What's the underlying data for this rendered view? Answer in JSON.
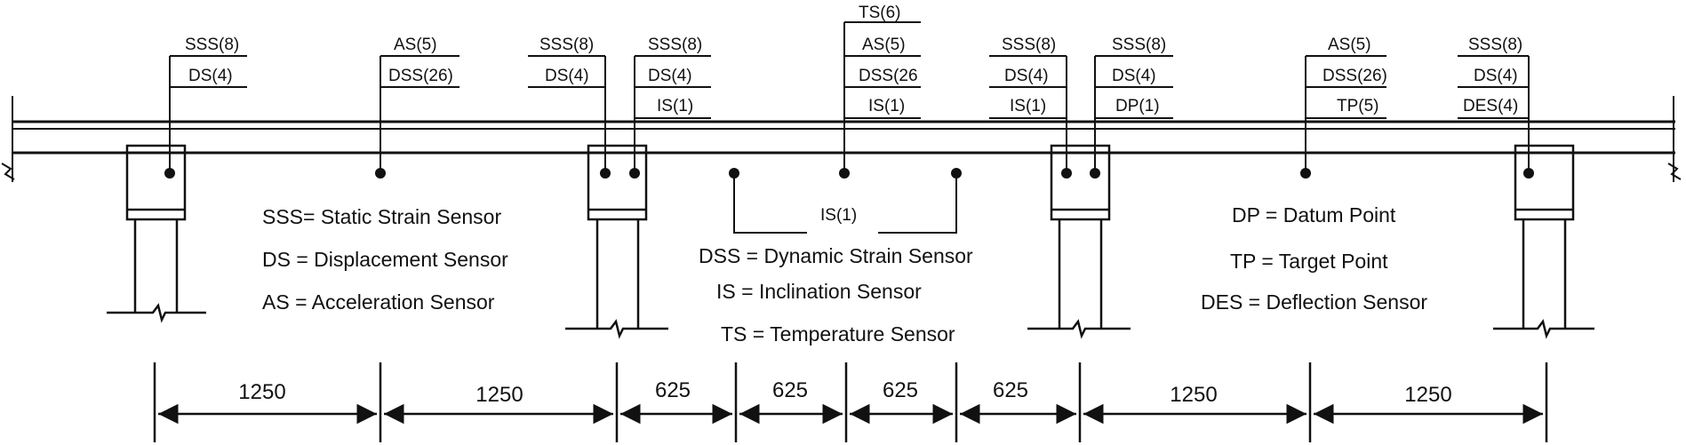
{
  "diagram": {
    "sensor_groups": [
      {
        "labels": [
          "SSS(8)",
          "DS(4)"
        ]
      },
      {
        "labels": [
          "AS(5)",
          "DSS(26)"
        ]
      },
      {
        "labels": [
          "SSS(8)",
          "DS(4)"
        ]
      },
      {
        "labels": [
          "SSS(8)",
          "DS(4)",
          "IS(1)"
        ]
      },
      {
        "labels": [
          "TS(6)",
          "AS(5)",
          "DSS(26",
          "IS(1)"
        ]
      },
      {
        "labels": [
          "SSS(8)",
          "DS(4)",
          "IS(1)"
        ]
      },
      {
        "labels": [
          "SSS(8)",
          "DS(4)",
          "DP(1)"
        ]
      },
      {
        "labels": [
          "AS(5)",
          "DSS(26)",
          "TP(5)"
        ]
      },
      {
        "labels": [
          "SSS(8)",
          "DS(4)",
          "DES(4)"
        ]
      }
    ],
    "lower_sensor_label": "IS(1)",
    "legend_left": [
      "SSS= Static Strain Sensor",
      "DS = Displacement Sensor",
      "AS = Acceleration Sensor"
    ],
    "legend_center": [
      "DSS = Dynamic Strain Sensor",
      "IS = Inclination Sensor",
      "TS = Temperature Sensor"
    ],
    "legend_right": [
      "DP = Datum Point",
      "TP = Target Point",
      "DES = Deflection Sensor"
    ],
    "dimensions": [
      "1250",
      "1250",
      "625",
      "625",
      "625",
      "625",
      "1250",
      "1250"
    ]
  },
  "colors": {
    "line": "#111111",
    "background": "#ffffff"
  }
}
